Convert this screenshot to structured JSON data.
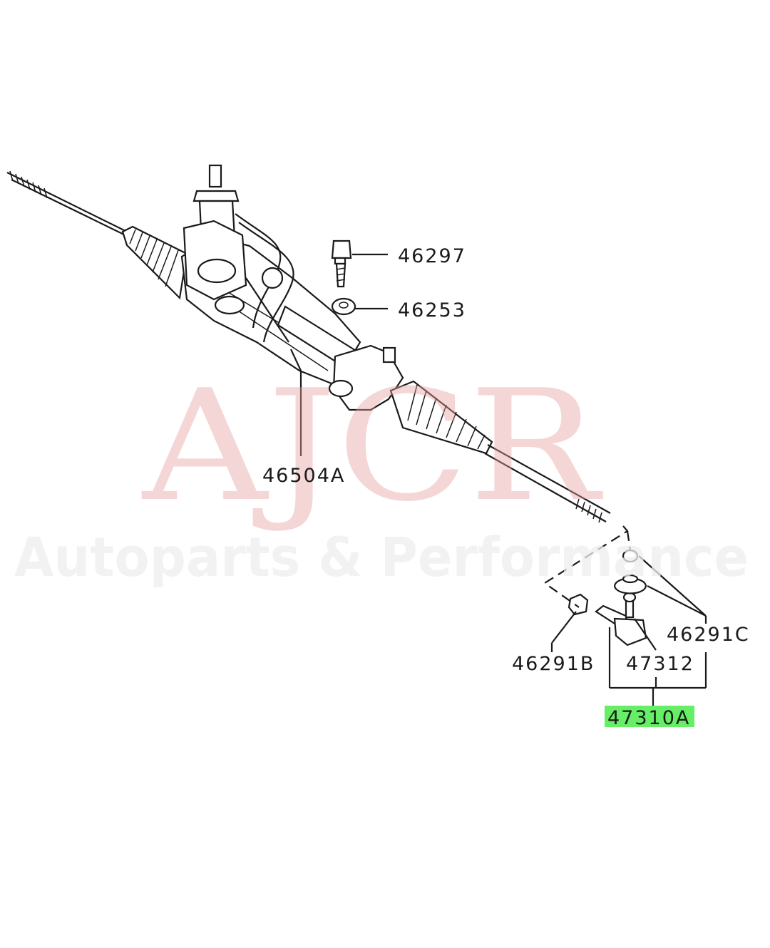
{
  "watermark": {
    "brand": "AJCR",
    "tagline": "Autoparts & Performance"
  },
  "highlight_color": "#66ee66",
  "parts": {
    "p46297": "46297",
    "p46253": "46253",
    "p46504A": "46504A",
    "p46291C": "46291C",
    "p46291B": "46291B",
    "p47312": "47312",
    "p47310A": "47310A"
  }
}
